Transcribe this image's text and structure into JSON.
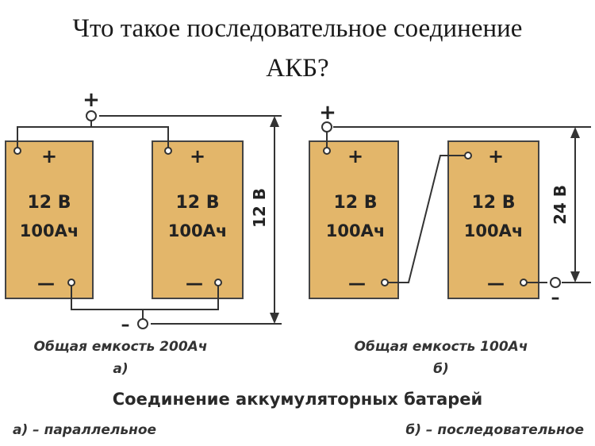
{
  "title": {
    "line1": "Что такое последовательное соединение",
    "line2": "АКБ?"
  },
  "colors": {
    "battery_fill": "#E3B66A",
    "wire": "#333333",
    "text": "#222222"
  },
  "left_diagram": {
    "top_terminal": "+",
    "bottom_terminal": "–",
    "voltage_label": "12 В",
    "batteries": [
      {
        "plus": "+",
        "minus": "—",
        "voltage": "12 В",
        "capacity": "100Ач"
      },
      {
        "plus": "+",
        "minus": "—",
        "voltage": "12 В",
        "capacity": "100Ач"
      }
    ],
    "caption": "Общая емкость 200Ач",
    "letter": "а)"
  },
  "right_diagram": {
    "top_terminal": "+",
    "bottom_terminal": "–",
    "voltage_label": "24 В",
    "batteries": [
      {
        "plus": "+",
        "minus": "—",
        "voltage": "12 В",
        "capacity": "100Ач"
      },
      {
        "plus": "+",
        "minus": "—",
        "voltage": "12 В",
        "capacity": "100Ач"
      }
    ],
    "caption": "Общая емкость 100Ач",
    "letter": "б)"
  },
  "footer": {
    "heading": "Соединение аккумуляторных батарей",
    "left_note": "а) – параллельное",
    "right_note": "б) – последовательное"
  }
}
